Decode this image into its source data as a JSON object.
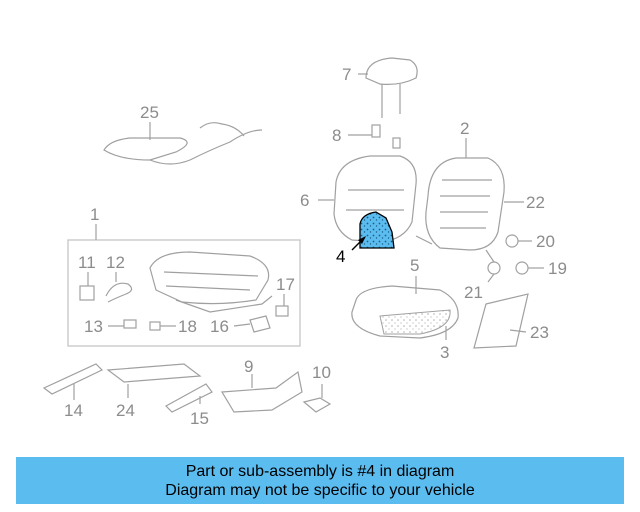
{
  "diagram": {
    "highlighted_part": "4",
    "highlight_color": "#5bbcf0",
    "callouts": [
      "1",
      "2",
      "3",
      "4",
      "5",
      "6",
      "7",
      "8",
      "9",
      "10",
      "11",
      "12",
      "13",
      "14",
      "15",
      "16",
      "17",
      "18",
      "19",
      "20",
      "21",
      "22",
      "23",
      "24",
      "25"
    ]
  },
  "caption": {
    "line1": "Part or sub-assembly is #4 in diagram",
    "line2": "Diagram may not be specific to your vehicle"
  }
}
